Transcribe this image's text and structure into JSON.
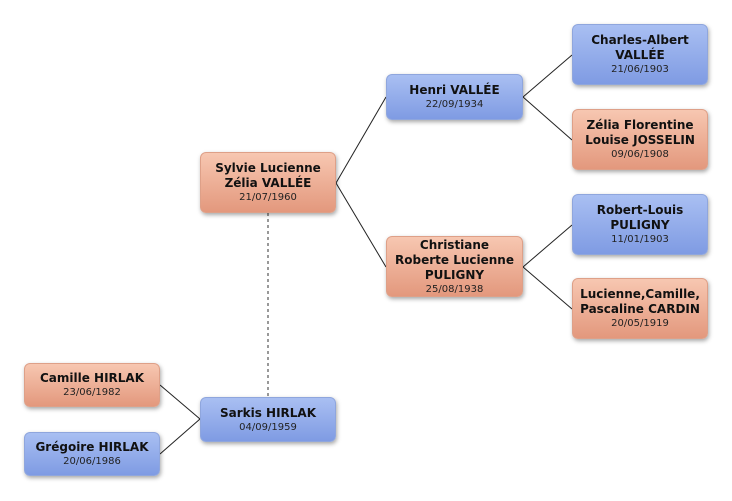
{
  "persons": {
    "sylvie": {
      "name": "Sylvie Lucienne Zélia VALLÉE",
      "date": "21/07/1960"
    },
    "henri": {
      "name": "Henri VALLÉE",
      "date": "22/09/1934"
    },
    "christiane": {
      "name": "Christiane Roberte Lucienne PULIGNY",
      "date": "25/08/1938"
    },
    "charles": {
      "name": "Charles-Albert VALLÉE",
      "date": "21/06/1903"
    },
    "zelia": {
      "name": "Zélia Florentine Louise JOSSELIN",
      "date": "09/06/1908"
    },
    "robert": {
      "name": "Robert-Louis PULIGNY",
      "date": "11/01/1903"
    },
    "lucienne": {
      "name": "Lucienne,Camille,Pascaline CARDIN",
      "date": "20/05/1919"
    },
    "sarkis": {
      "name": "Sarkis HIRLAK",
      "date": "04/09/1959"
    },
    "camille": {
      "name": "Camille HIRLAK",
      "date": "23/06/1982"
    },
    "gregoire": {
      "name": "Grégoire HIRLAK",
      "date": "20/06/1986"
    }
  },
  "colors": {
    "male": "#8fa6e6",
    "female": "#eda68b",
    "line": "#222222"
  }
}
